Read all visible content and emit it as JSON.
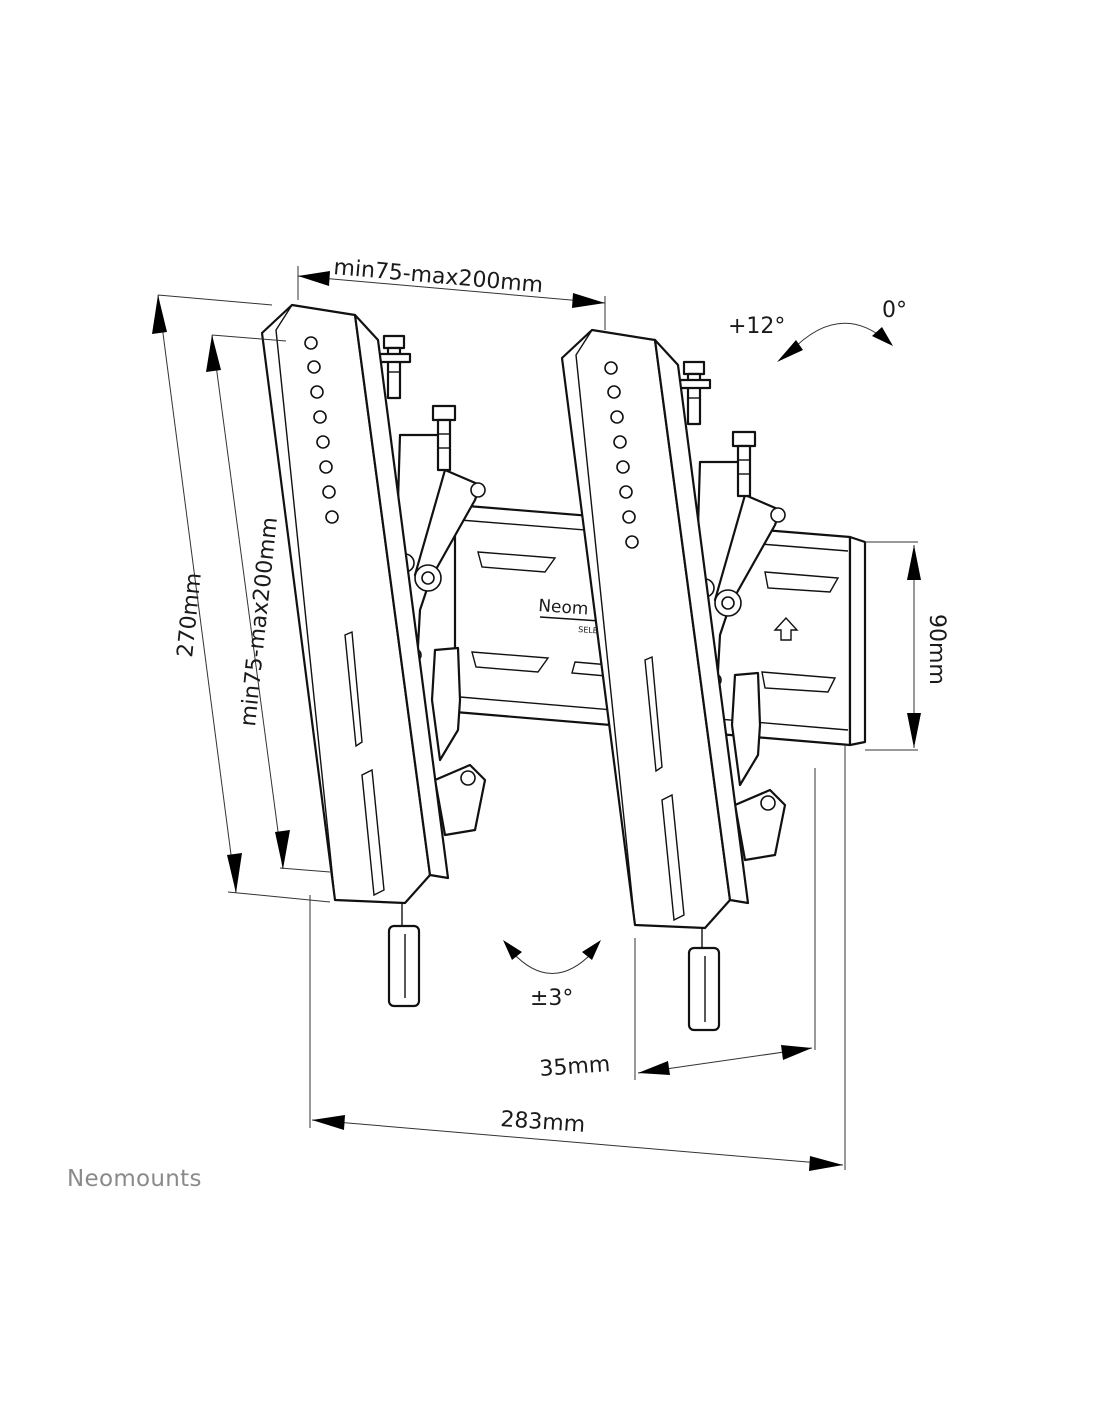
{
  "dimensions": {
    "vesa_horizontal": "min75-max200mm",
    "vesa_vertical": "min75-max200mm",
    "height_total": "270mm",
    "rail_height": "90mm",
    "depth": "35mm",
    "width_total": "283mm"
  },
  "tilt": {
    "forward": "+12°",
    "neutral": "0°",
    "level": "±3°"
  },
  "rail_logo": {
    "text": "Neom",
    "subtext": "SELE"
  },
  "brand": "Neomounts"
}
